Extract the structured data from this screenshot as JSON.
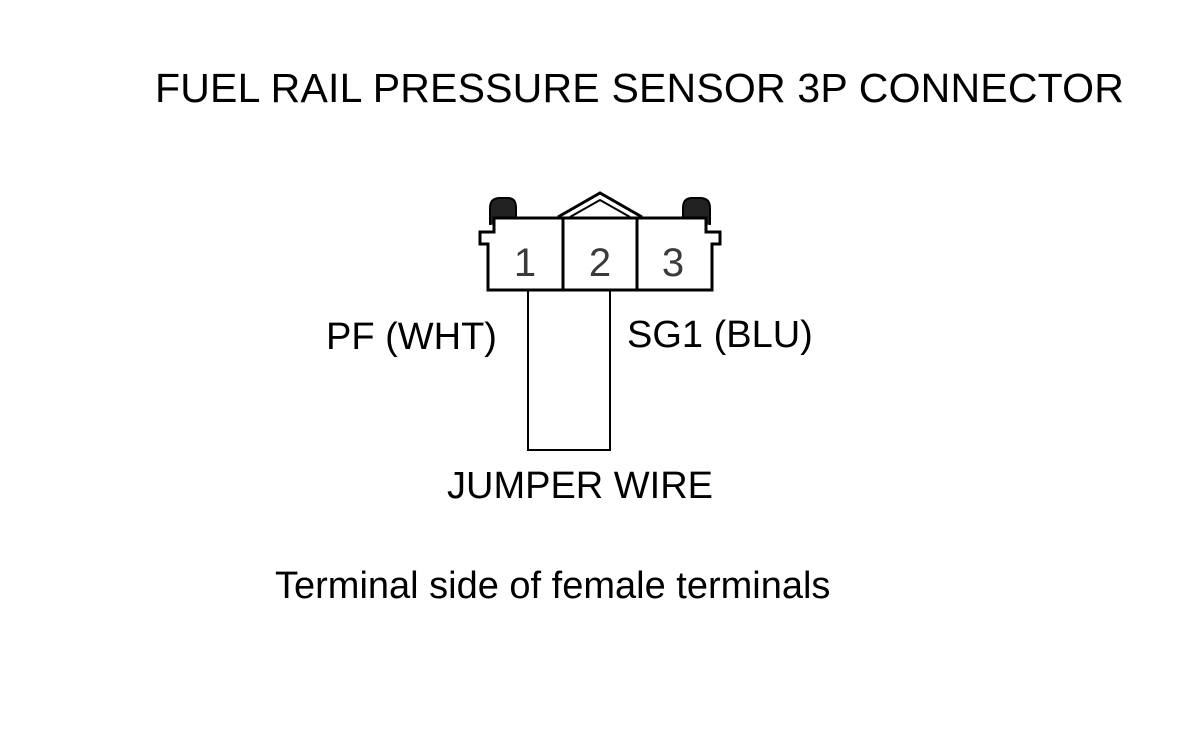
{
  "title": "FUEL RAIL PRESSURE SENSOR 3P CONNECTOR",
  "terminals": [
    "1",
    "2",
    "3"
  ],
  "labels": {
    "pf": "PF (WHT)",
    "sg1": "SG1 (BLU)",
    "jumper": "JUMPER WIRE"
  },
  "caption": "Terminal side of female terminals",
  "colors": {
    "line": "#000000",
    "background": "#ffffff"
  }
}
